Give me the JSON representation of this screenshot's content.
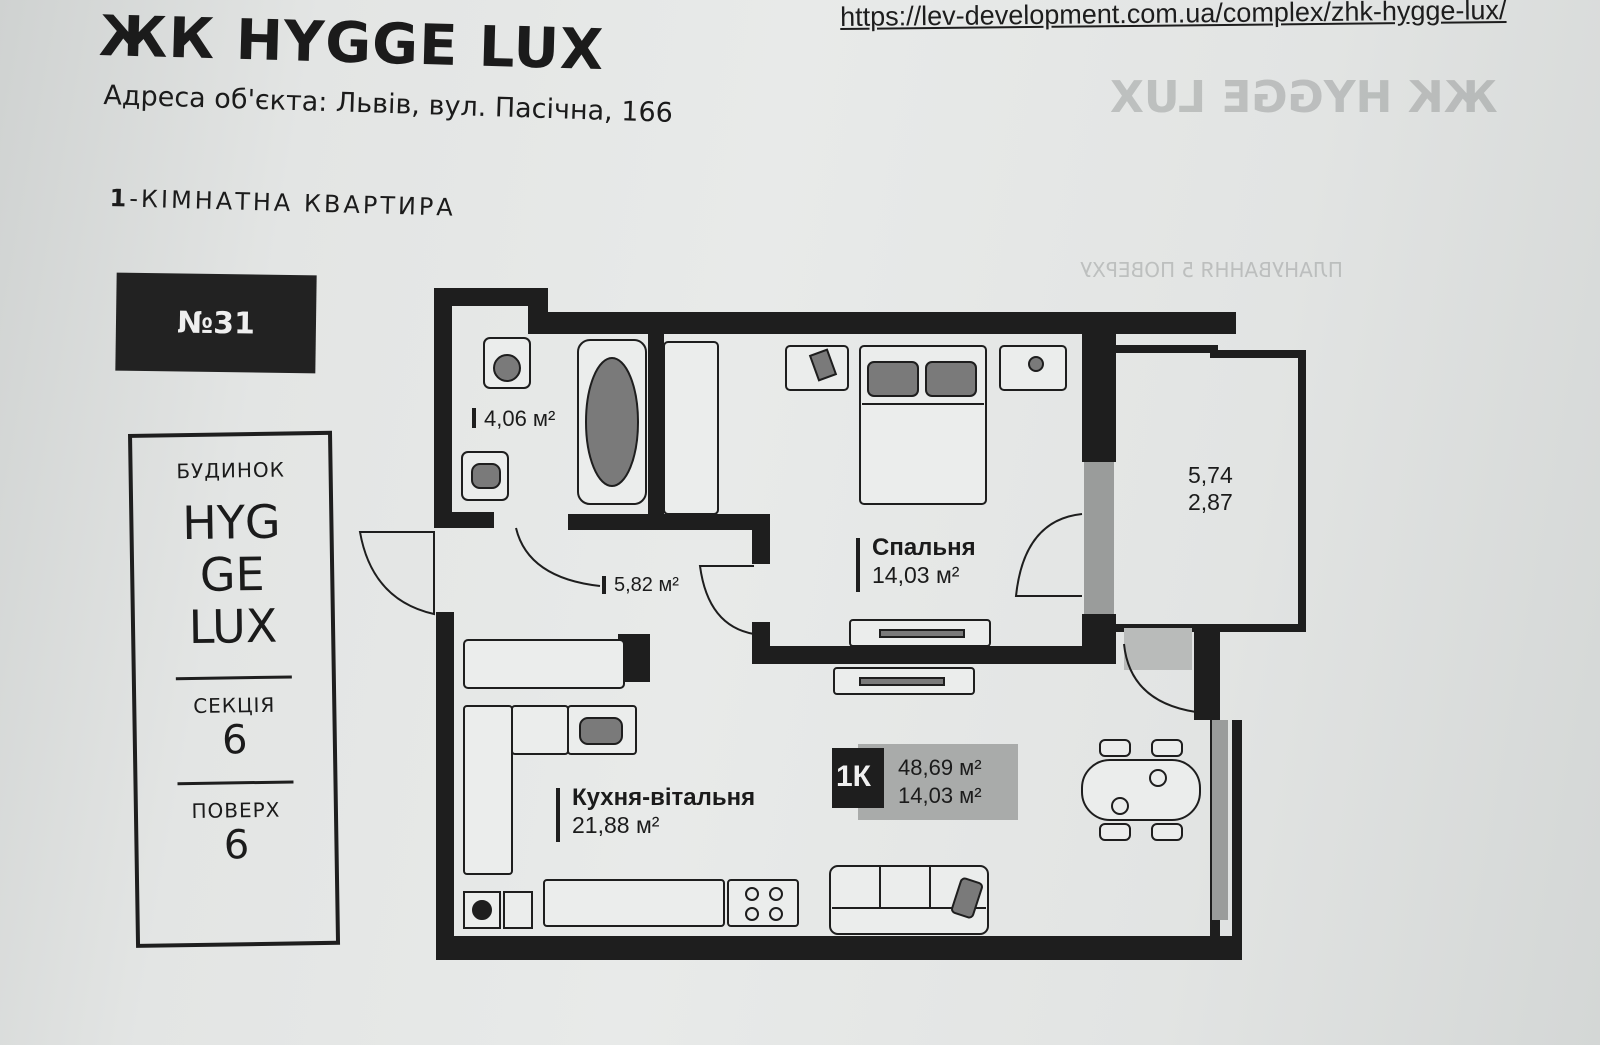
{
  "page": {
    "url": "https://lev-development.com.ua/complex/zhk-hygge-lux/",
    "title": "ЖК HYGGE LUX",
    "address": "Адреса об'єкта: Львів, вул. Пасічна, 166",
    "apartment_type_number": "1",
    "apartment_type_suffix": "-КІМНАТНА КВАРТИРА",
    "apartment_number": "№31"
  },
  "info_panel": {
    "building_label": "БУДИНОК",
    "building_line1": "HYG",
    "building_line2": "GE",
    "building_line3": "LUX",
    "section_label": "СЕКЦІЯ",
    "section_value": "6",
    "floor_label": "ПОВЕРХ",
    "floor_value": "6"
  },
  "plan": {
    "bathroom_area": "4,06 м²",
    "hallway_area": "5,82 м²",
    "bedroom_name": "Спальня",
    "bedroom_area": "14,03 м²",
    "balcony_area_1": "5,74",
    "balcony_area_2": "2,87",
    "kitchen_name": "Кухня-вітальня",
    "kitchen_area": "21,88 м²",
    "summary_badge": "1К",
    "summary_total": "48,69 м²",
    "summary_living": "14,03 м²"
  },
  "colors": {
    "wall": "#1e1e1e",
    "furniture_fill": "#7a7a7a",
    "summary_bg": "#a9abaa",
    "paper": "#e6e8e7"
  }
}
